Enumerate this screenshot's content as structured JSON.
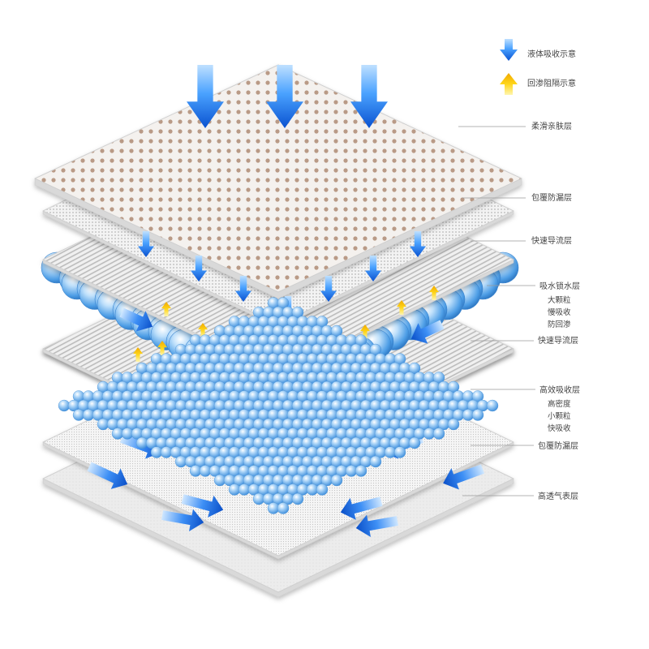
{
  "legend": {
    "absorb_label": "液体吸收示意",
    "barrier_label": "回渗阻隔示意",
    "absorb_color": "#1565d8",
    "barrier_color": "#f5c400"
  },
  "layers": [
    {
      "label": "柔滑亲肤层",
      "notes": []
    },
    {
      "label": "包覆防漏层",
      "notes": []
    },
    {
      "label": "快速导流层",
      "notes": []
    },
    {
      "label": "吸水锁水层",
      "notes": [
        "大颗粒",
        "慢吸收",
        "防回渗"
      ]
    },
    {
      "label": "快速导流层",
      "notes": []
    },
    {
      "label": "高效吸收层",
      "notes": [
        "高密度",
        "小颗粒",
        "快吸收"
      ]
    },
    {
      "label": "包覆防漏层",
      "notes": []
    },
    {
      "label": "高透气表层",
      "notes": []
    }
  ]
}
